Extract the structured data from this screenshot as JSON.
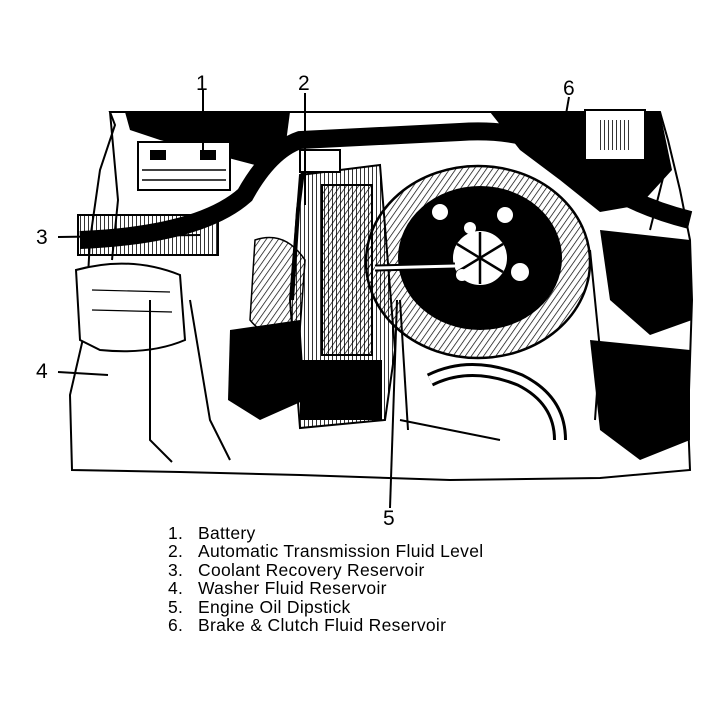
{
  "diagram": {
    "callouts": [
      {
        "id": "1",
        "target": "battery"
      },
      {
        "id": "2",
        "target": "automatic-transmission-dipstick"
      },
      {
        "id": "3",
        "target": "coolant-recovery-reservoir"
      },
      {
        "id": "4",
        "target": "washer-fluid-reservoir"
      },
      {
        "id": "5",
        "target": "engine-oil-dipstick"
      },
      {
        "id": "6",
        "target": "brake-clutch-fluid-reservoir"
      }
    ],
    "legend": [
      {
        "num": "1.",
        "label": "Battery"
      },
      {
        "num": "2.",
        "label": "Automatic Transmission Fluid Level"
      },
      {
        "num": "3.",
        "label": "Coolant Recovery Reservoir"
      },
      {
        "num": "4.",
        "label": "Washer Fluid Reservoir"
      },
      {
        "num": "5.",
        "label": "Engine Oil Dipstick"
      },
      {
        "num": "6.",
        "label": "Brake & Clutch Fluid Reservoir"
      }
    ],
    "ink_color": "#000000",
    "paper_color": "#ffffff"
  }
}
